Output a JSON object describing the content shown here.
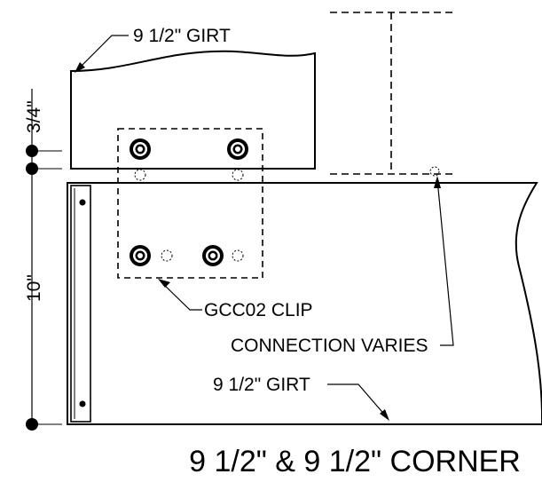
{
  "title": "9 1/2\" & 9 1/2\" CORNER",
  "labels": {
    "top_girt": "9 1/2\" GIRT",
    "bottom_girt": "9 1/2\" GIRT",
    "clip": "GCC02 CLIP",
    "connection": "CONNECTION VARIES"
  },
  "dimensions": {
    "upper": "3/4\"",
    "lower": "10\""
  }
}
